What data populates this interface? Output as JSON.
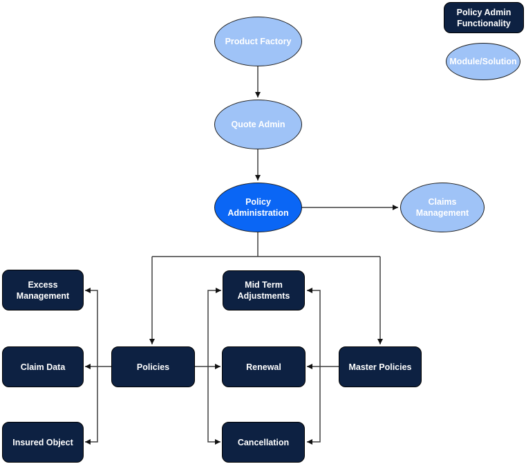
{
  "diagram": {
    "type": "flowchart",
    "background": "#ffffff"
  },
  "legend": {
    "functionality_label": "Policy Admin Functionality",
    "module_label": "Module/Solution"
  },
  "nodes": {
    "product_factory": "Product Factory",
    "quote_admin": "Quote Admin",
    "policy_administration": "Policy Administration",
    "claims_management": "Claims Management",
    "excess_management": "Excess Management",
    "claim_data": "Claim Data",
    "insured_object": "Insured Object",
    "policies": "Policies",
    "mid_term_adjustments": "Mid Term Adjustments",
    "renewal": "Renewal",
    "cancellation": "Cancellation",
    "master_policies": "Master Policies"
  },
  "edges": [
    {
      "from": "Product Factory",
      "to": "Quote Admin"
    },
    {
      "from": "Quote Admin",
      "to": "Policy Administration"
    },
    {
      "from": "Policy Administration",
      "to": "Claims Management"
    },
    {
      "from": "Policy Administration",
      "to": "Policies"
    },
    {
      "from": "Policy Administration",
      "to": "Master Policies"
    },
    {
      "from": "Policies",
      "to": "Claim Data"
    },
    {
      "from": "Policies",
      "to": "Excess Management"
    },
    {
      "from": "Policies",
      "to": "Insured Object"
    },
    {
      "from": "Policies",
      "to": "Renewal"
    },
    {
      "from": "Policies",
      "to": "Mid Term Adjustments"
    },
    {
      "from": "Policies",
      "to": "Cancellation"
    },
    {
      "from": "Master Policies",
      "to": "Renewal"
    },
    {
      "from": "Master Policies",
      "to": "Mid Term Adjustments"
    },
    {
      "from": "Master Policies",
      "to": "Cancellation"
    }
  ],
  "colors": {
    "module_solution_fill": "#9fc3f7",
    "policy_admin_highlight_fill": "#0a66f5",
    "functionality_fill": "#0d2142",
    "node_text": "#ffffff",
    "connector_line": "#3f3f3f",
    "arrowhead": "#111111"
  }
}
